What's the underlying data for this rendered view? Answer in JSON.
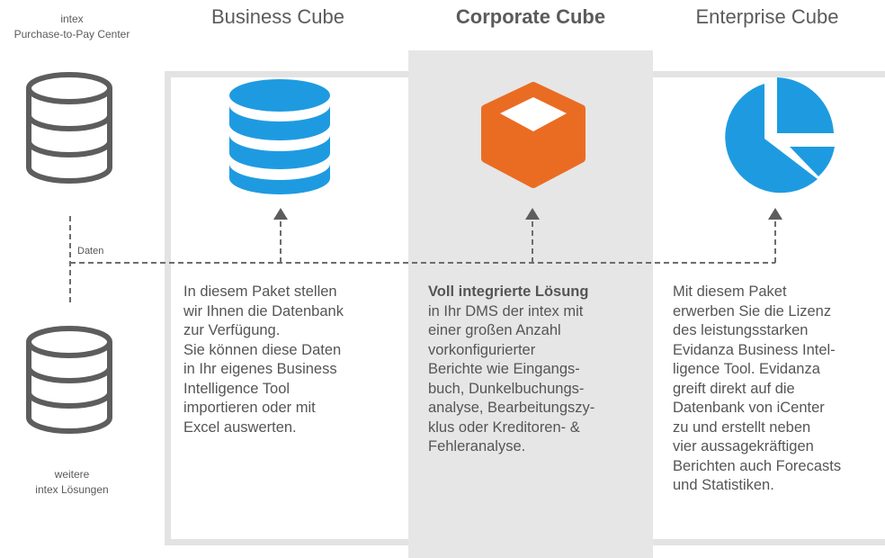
{
  "left_column": {
    "top_label_line1": "intex",
    "top_label_line2": "Purchase-to-Pay Center",
    "bottom_label_line1": "weitere",
    "bottom_label_line2": "intex Lösungen",
    "connector_label": "Daten"
  },
  "columns": [
    {
      "title": "Business Cube",
      "icon": "database-icon",
      "icon_color": "#1e9be0",
      "description_lines": [
        "In diesem Paket stellen",
        "wir Ihnen die Datenbank",
        "zur Verfügung.",
        "Sie können diese Daten",
        "in Ihr eigenes Business",
        "Intelligence Tool",
        "importieren oder mit",
        "Excel auswerten."
      ]
    },
    {
      "title": "Corporate Cube",
      "icon": "cube-icon",
      "icon_color": "#ea6c23",
      "description_bold": "Voll integrierte Lösung",
      "description_lines": [
        "in Ihr DMS der intex mit",
        "einer großen Anzahl",
        "vorkonfigurierter",
        "Berichte wie Eingangs-",
        "buch, Dunkelbuchungs-",
        "analyse, Bearbeitungszy-",
        "klus oder Kreditoren- &",
        "Fehleranalyse."
      ]
    },
    {
      "title": "Enterprise Cube",
      "icon": "pie-chart-icon",
      "icon_color": "#1e9be0",
      "description_lines": [
        "Mit diesem Paket",
        "erwerben Sie die Lizenz",
        "des leistungsstarken",
        "Evidanza Business Intel-",
        "ligence Tool. Evidanza",
        "greift direkt auf die",
        "Datenbank von iCenter",
        "zu und erstellt neben",
        "vier aussagekräftigen",
        "Berichten auch Forecasts",
        "und Statistiken."
      ]
    }
  ],
  "colors": {
    "accent_blue": "#1e9be0",
    "accent_orange": "#ea6c23",
    "outline_gray": "#5d5d5d",
    "frame_gray": "#e3e3e3",
    "highlight_bg": "#e6e6e6"
  }
}
